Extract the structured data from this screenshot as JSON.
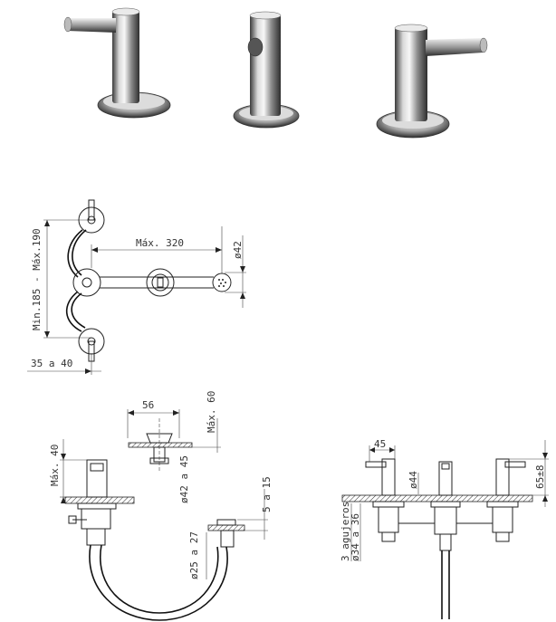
{
  "product_views": {
    "photos": [
      "lever-handle-left",
      "center-spout",
      "lever-handle-right"
    ]
  },
  "top_view": {
    "dim_height": "Min.185 - Máx.190",
    "dim_length": "Máx. 320",
    "dim_diameter": "ø42",
    "dim_offset": "35 a 40"
  },
  "side_view": {
    "dim_plug_width": "56",
    "dim_plug_height": "Máx. 60",
    "dim_plug_hole": "ø42 a 45",
    "dim_counter_left": "Máx. 40",
    "dim_counter_right": "5 a 15",
    "dim_hose": "ø25 a 27"
  },
  "front_view": {
    "dim_width": "45",
    "dim_diameter": "ø44",
    "dim_height": "65±8",
    "dim_holes": "3 agujeros",
    "dim_hole_size": "ø34 a 36"
  },
  "colors": {
    "chrome_light": "#e8e8e8",
    "chrome_dark": "#4a4a4a",
    "line": "#222222"
  }
}
